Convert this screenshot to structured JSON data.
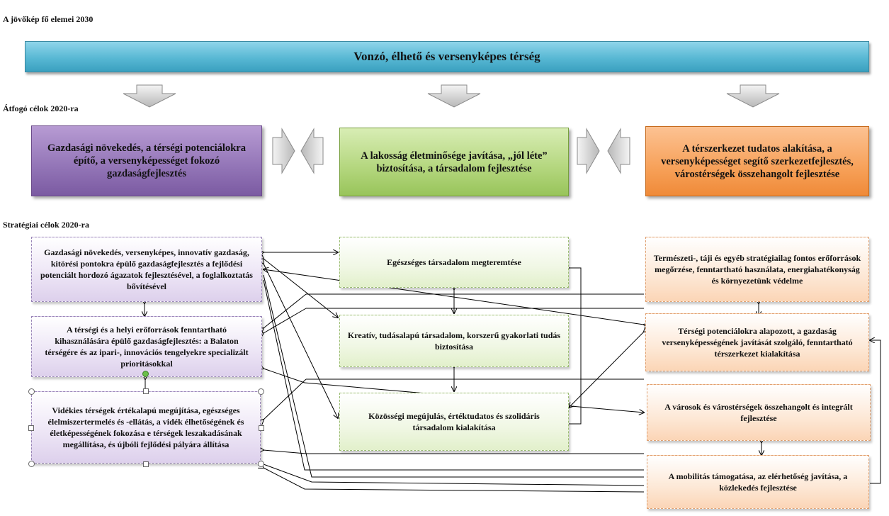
{
  "labels": {
    "vision": "A jövőkép fő elemei 2030",
    "overarching": "Átfogó célok 2020-ra",
    "strategic": "Stratégiai célok 2020-ra"
  },
  "banner": "Vonzó, élhető és versenyképes térség",
  "overarching_goals": [
    "Gazdasági növekedés, a térségi potenciálokra építő, a versenyképességet fokozó gazdaságfejlesztés",
    "A lakosság életminősége javítása, „jól léte” biztosítása, a társadalom fejlesztése",
    "A térszerkezet tudatos alakítása, a versenyképességet segítő szerkezetfejlesztés, várostérségek összehangolt fejlesztése"
  ],
  "strategic_left": [
    "Gazdasági növekedés, versenyképes, innovatív gazdaság, kitörési pontokra épülő gazdaságfejlesztés a fejlődési potenciált hordozó ágazatok fejlesztésével, a foglalkoztatás bővítésével",
    "A térségi és a helyi erőforrások fenntartható kihasználására épülő gazdaságfejlesztés: a Balaton térségére és az ipari-, innovációs tengelyekre specializált prioritásokkal",
    "Vidékies térségek értékalapú megújítása, egészséges élelmiszertermelés és -ellátás, a vidék élhetőségének és életképességének fokozása e térségek leszakadásának megállítása, és újbóli fejlődési pályára állítása"
  ],
  "strategic_middle": [
    "Egészséges társadalom megteremtése",
    "Kreatív, tudásalapú társadalom, korszerű gyakorlati tudás biztosítása",
    "Közösségi megújulás, értéktudatos és szolidáris társadalom kialakítása"
  ],
  "strategic_right": [
    "Természeti-, táji és egyéb stratégiailag fontos erőforrások megőrzése, fenntartható használata, energiahatékonyság és környezetünk védelme",
    "Térségi potenciálokra alapozott, a gazdaság versenyképességének javítását szolgáló, fenntartható térszerkezet kialakítása",
    "A városok és várostérségek összehangolt és integrált fejlesztése",
    "A mobilitás támogatása, az elérhetőség javítása, a közlekedés fejlesztése"
  ]
}
